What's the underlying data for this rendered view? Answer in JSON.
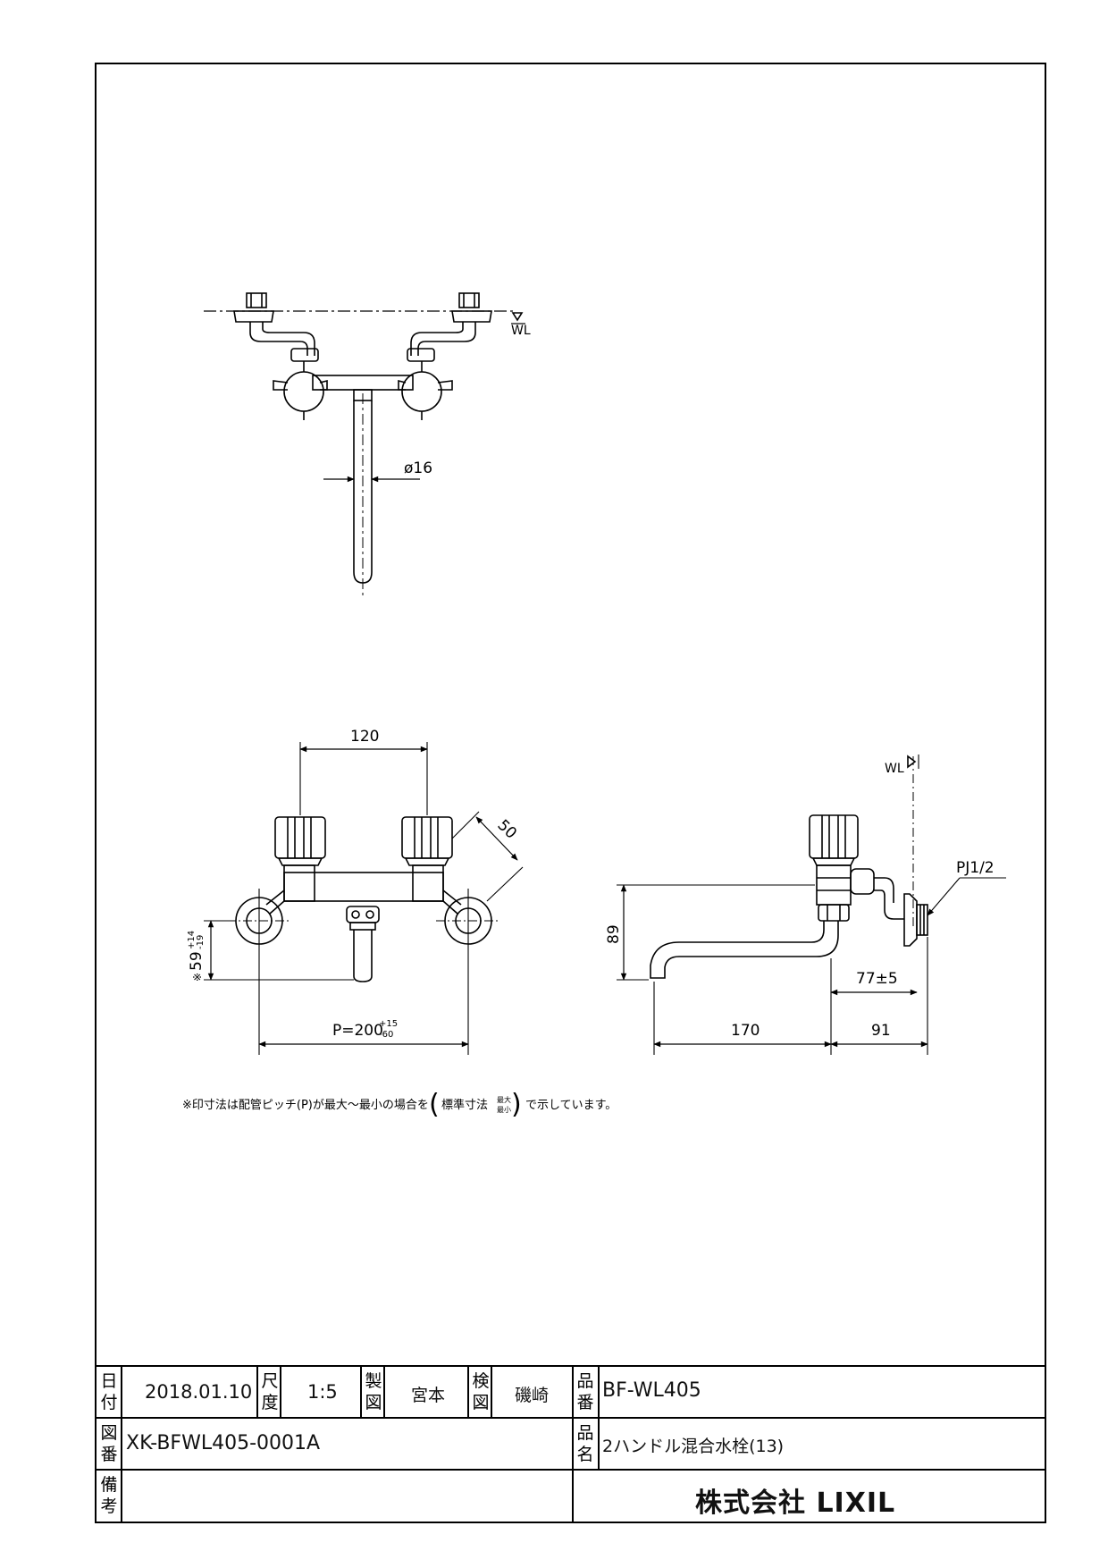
{
  "drawing": {
    "wl_top": "WL",
    "wl_side": "WL",
    "dia_label": "ø16",
    "dim_120": "120",
    "dim_50": "50",
    "dim_89": "89",
    "dim_59": "59",
    "dim_59_tol_upper": "+14",
    "dim_59_tol_lower": "-19",
    "dim_59_mark": "※",
    "dim_p_main": "P=200",
    "dim_p_tol_upper": "+15",
    "dim_p_tol_lower": "-60",
    "dim_170": "170",
    "dim_91": "91",
    "dim_77": "77±5",
    "pj_label": "PJ1/2"
  },
  "note": {
    "part1": "※印寸法は配管ピッチ(P)が最大～最小の場合を",
    "paren_open": "(",
    "inner": "標準寸法",
    "max": "最大",
    "min": "最小",
    "paren_close": ")",
    "part2": "で示しています。"
  },
  "title_block": {
    "date_label": "日付",
    "date": "2018.01.10",
    "scale_label": "尺度",
    "scale": "1:5",
    "drawn_label": "製図",
    "drawn_by": "宮本",
    "checked_label": "検図",
    "checked_by": "磯崎",
    "part_no_label": "品番",
    "part_no": "BF-WL405",
    "drawing_no_label": "図番",
    "drawing_no": "XK-BFWL405-0001A",
    "part_name_label": "品名",
    "part_name": "2ハンドル混合水栓(13)",
    "remarks_label": "備考",
    "company": "株式会社 LIXIL"
  }
}
